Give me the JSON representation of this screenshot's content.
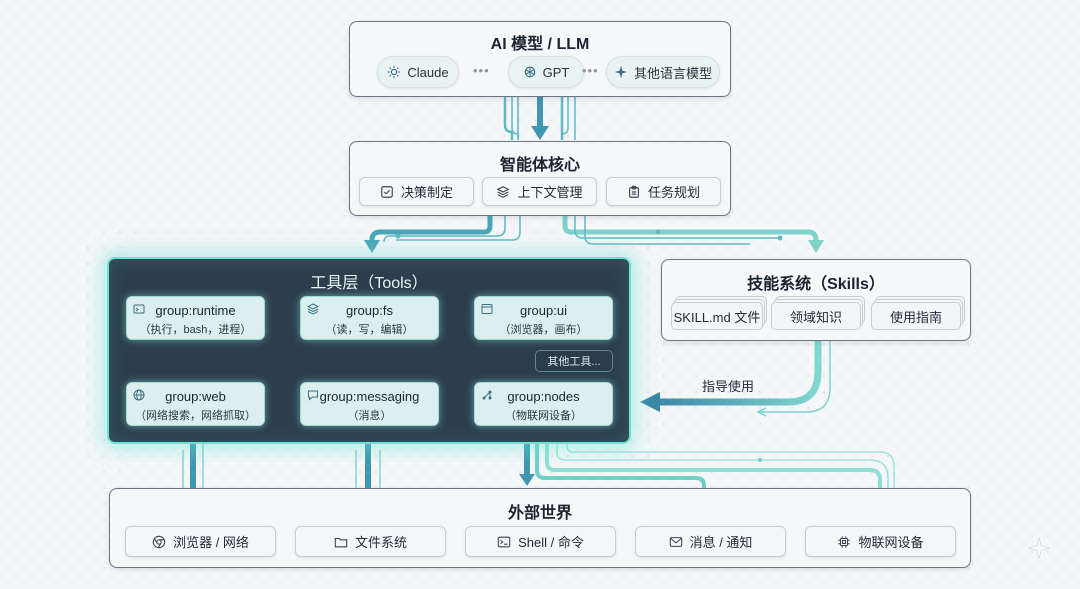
{
  "llm": {
    "title": "AI 模型 / LLM",
    "models": [
      {
        "label": "Claude",
        "icon": "sun-icon"
      },
      {
        "label": "GPT",
        "icon": "openai-icon"
      },
      {
        "label": "其他语言模型",
        "icon": "sparkle-icon"
      }
    ]
  },
  "core": {
    "title": "智能体核心",
    "items": [
      {
        "label": "决策制定",
        "icon": "checkbox-icon"
      },
      {
        "label": "上下文管理",
        "icon": "layers-icon"
      },
      {
        "label": "任务规划",
        "icon": "clipboard-icon"
      }
    ]
  },
  "tools": {
    "title": "工具层（Tools）",
    "groups": [
      {
        "name": "group:runtime",
        "desc": "（执行，bash，进程）",
        "icon": "terminal-icon"
      },
      {
        "name": "group:fs",
        "desc": "（读，写，编辑）",
        "icon": "stack-icon"
      },
      {
        "name": "group:ui",
        "desc": "（浏览器，画布）",
        "icon": "window-icon"
      },
      {
        "name": "group:web",
        "desc": "（网络搜索，网络抓取）",
        "icon": "globe-icon"
      },
      {
        "name": "group:messaging",
        "desc": "（消息）",
        "icon": "chat-icon"
      },
      {
        "name": "group:nodes",
        "desc": "（物联网设备）",
        "icon": "nodes-icon"
      }
    ],
    "more": "其他工具..."
  },
  "skills": {
    "title": "技能系统（Skills）",
    "items": [
      "SKILL.md 文件",
      "领域知识",
      "使用指南"
    ],
    "guide": "指导使用"
  },
  "world": {
    "title": "外部世界",
    "items": [
      {
        "label": "浏览器 / 网络",
        "icon": "chrome-icon"
      },
      {
        "label": "文件系统",
        "icon": "folder-icon"
      },
      {
        "label": "Shell / 命令",
        "icon": "terminal-icon"
      },
      {
        "label": "消息 / 通知",
        "icon": "mail-icon"
      },
      {
        "label": "物联网设备",
        "icon": "chip-icon"
      }
    ]
  },
  "colors": {
    "teal": "#5fc7bd",
    "dark_teal": "#3f8fa8",
    "tools_bg": "#2c3e4e",
    "border": "#6b7580"
  }
}
